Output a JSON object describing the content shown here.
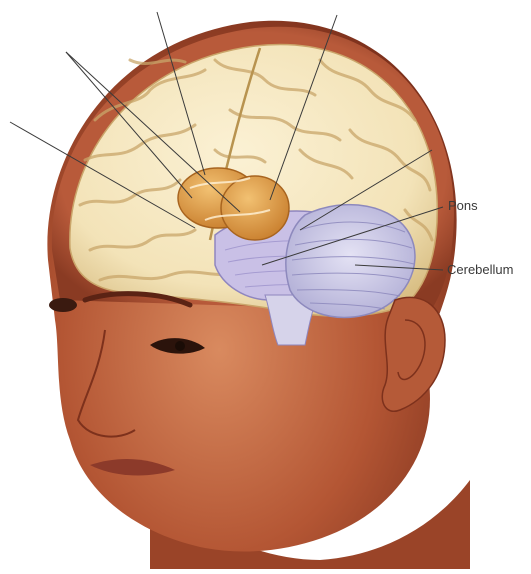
{
  "figure": {
    "subject": "head-cross-section-brain-illustration",
    "labels": {
      "pons": "Pons",
      "cerebellum": "Cerebellum"
    },
    "colors": {
      "skin_dark": "#8a3b23",
      "skin_mid": "#b45634",
      "skin_light": "#d98a5f",
      "cortex": "#f3e3b8",
      "cortex_shadow": "#d9bf85",
      "thalamus": "#e3a24a",
      "brainstem": "#c9c0e6",
      "cerebellum": "#c7c6e3",
      "leader_line": "#3a3a3a"
    }
  }
}
